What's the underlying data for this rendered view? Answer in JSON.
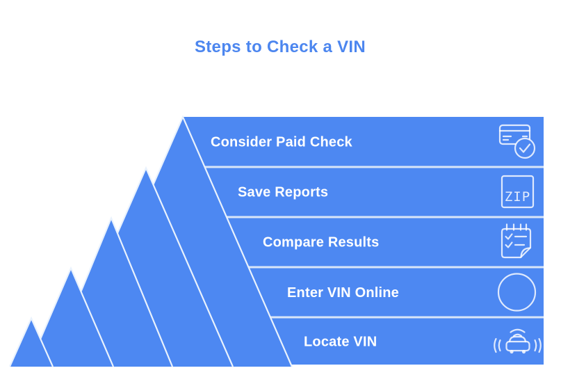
{
  "title": "Steps to Check a VIN",
  "colors": {
    "accent": "#4d88f2",
    "title": "#4c86ef",
    "label": "#ffffff",
    "line": "#d9e6f8",
    "edge": "#e9f2fd"
  },
  "steps": [
    {
      "label": "Consider Paid Check",
      "icon": "credit-card-check-icon"
    },
    {
      "label": "Save Reports",
      "icon": "zip-file-icon",
      "icon_text": "ZIP"
    },
    {
      "label": "Compare Results",
      "icon": "checklist-icon"
    },
    {
      "label": "Enter VIN Online",
      "icon": "circle-icon"
    },
    {
      "label": "Locate VIN",
      "icon": "connected-car-icon"
    }
  ]
}
